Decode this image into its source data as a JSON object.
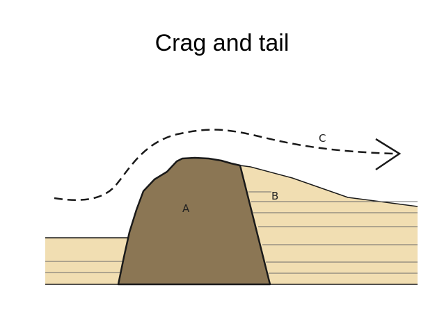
{
  "title": "Crag and tail",
  "labels": {
    "a": "A",
    "b": "B",
    "c": "C"
  },
  "colors": {
    "crag": "#8b7654",
    "sediment": "#f1deb2",
    "outline": "#1a1a1a",
    "strata": "#6b6b6b",
    "background": "#ffffff"
  }
}
